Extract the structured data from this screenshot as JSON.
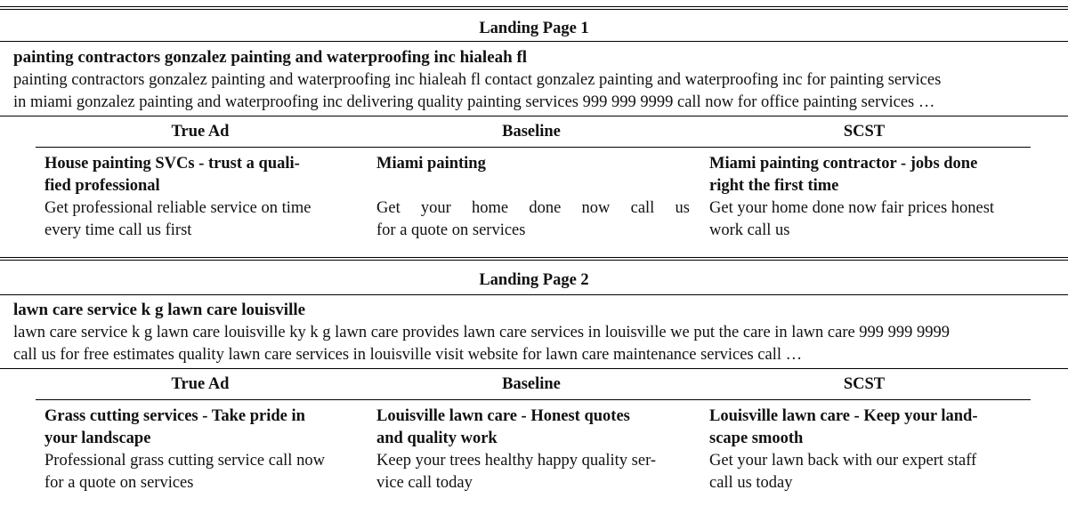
{
  "sections": [
    {
      "heading": "Landing Page 1",
      "title": "painting contractors gonzalez painting and waterproofing inc hialeah fl",
      "body_lines": [
        "painting contractors gonzalez painting and waterproofing inc hialeah fl contact gonzalez painting and waterproofing inc for painting services",
        "in miami gonzalez painting and waterproofing inc delivering quality painting services 999 999 9999 call now for office painting services …"
      ],
      "columns": [
        "True Ad",
        "Baseline",
        "SCST"
      ],
      "ads": [
        {
          "title_lines": [
            "House painting SVCs - trust a quali-",
            "fied professional"
          ],
          "desc_lines": [
            "Get professional reliable service on time",
            "every time call us first"
          ]
        },
        {
          "title_lines": [
            "Miami painting",
            ""
          ],
          "desc_lines": [
            "Get your home done now call us",
            "for a quote on services"
          ]
        },
        {
          "title_lines": [
            "Miami painting contractor - jobs done",
            "right the first time"
          ],
          "desc_lines": [
            "Get your home done now fair prices honest",
            "work call us"
          ]
        }
      ]
    },
    {
      "heading": "Landing Page 2",
      "title": "lawn care service k g lawn care louisville",
      "body_lines": [
        "lawn care service k g lawn care louisville ky k g lawn care provides lawn care services in louisville we put the care in lawn care 999 999 9999",
        "call us for free estimates quality lawn care services in louisville visit website for lawn care maintenance services call …"
      ],
      "columns": [
        "True Ad",
        "Baseline",
        "SCST"
      ],
      "ads": [
        {
          "title_lines": [
            "Grass cutting services - Take pride in",
            "your landscape"
          ],
          "desc_lines": [
            "Professional grass cutting service call now",
            "for a quote on services"
          ]
        },
        {
          "title_lines": [
            "Louisville lawn care - Honest quotes",
            "and quality work"
          ],
          "desc_lines": [
            "Keep your trees healthy happy quality ser-",
            "vice call today"
          ]
        },
        {
          "title_lines": [
            "Louisville lawn care - Keep your land-",
            "scape smooth"
          ],
          "desc_lines": [
            "Get your lawn back with our expert staff",
            "call us today"
          ]
        }
      ]
    }
  ]
}
